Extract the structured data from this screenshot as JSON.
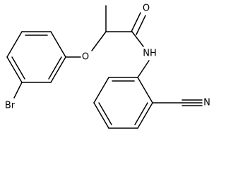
{
  "molecule": {
    "atoms": {
      "o_carbonyl": "O",
      "nh": "NH",
      "o_ether": "O",
      "br": "Br",
      "n_nitrile": "N"
    }
  }
}
